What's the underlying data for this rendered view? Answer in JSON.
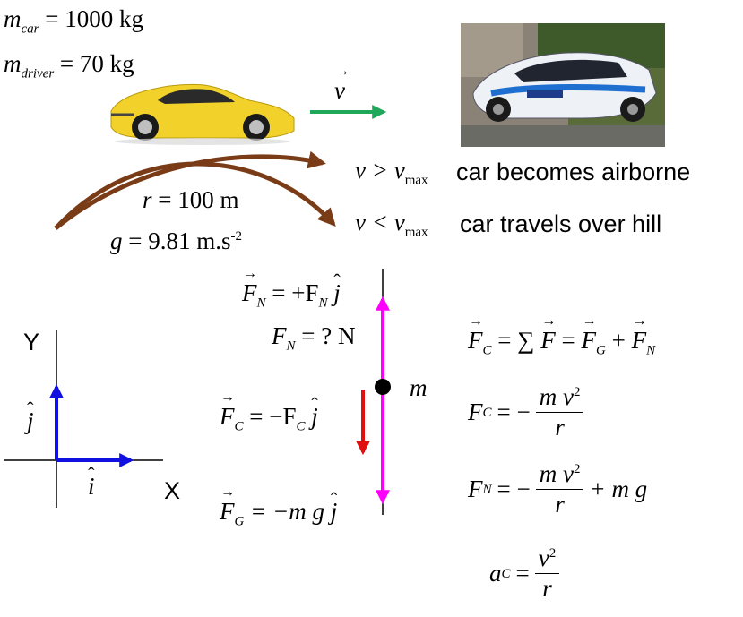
{
  "masses": {
    "car_symbol": "m",
    "car_sub": "car",
    "car_value": "= 1000 kg",
    "driver_symbol": "m",
    "driver_sub": "driver",
    "driver_value": "= 70 kg"
  },
  "velocity_label": "v",
  "conditions": {
    "airborne": {
      "lhs": "v > v",
      "sub": "max",
      "text": "car becomes airborne"
    },
    "travels": {
      "lhs": "v < v",
      "sub": "max",
      "text": "car travels over hill"
    }
  },
  "hill": {
    "radius_lhs": "r",
    "radius_rhs": "= 100 m",
    "g_lhs": "g",
    "g_rhs": "= 9.81 m.s",
    "g_exp": "-2"
  },
  "axes": {
    "y_label": "Y",
    "x_label": "X",
    "j_hat": "j",
    "i_hat": "i"
  },
  "forces": {
    "fn_vec": {
      "F": "F",
      "sub": "N",
      "eq": "= +F",
      "sub2": "N",
      "unit": "j"
    },
    "fn_mag": {
      "F": "F",
      "sub": "N",
      "eq": "= ? N"
    },
    "fc_vec": {
      "F": "F",
      "sub": "C",
      "eq": "= −F",
      "sub2": "C",
      "unit": "j"
    },
    "fg_vec": {
      "F": "F",
      "sub": "G",
      "eq": "= −m g",
      "unit": "j"
    },
    "mass": "m"
  },
  "equations": {
    "centripetal_sum": {
      "lhs": "F",
      "lhs_sub": "C",
      "mid": "= ∑",
      "F": "F",
      "eq2": "=",
      "fg": "F",
      "fg_sub": "G",
      "plus": "+",
      "fn": "F",
      "fn_sub": "N"
    },
    "fc_mag": {
      "lhs": "F",
      "lhs_sub": "C",
      "eq": "= −",
      "num": "m v",
      "exp": "2",
      "den": "r"
    },
    "fn_mag": {
      "lhs": "F",
      "lhs_sub": "N",
      "eq": "= −",
      "num": "m v",
      "exp": "2",
      "den": "r",
      "tail": "+ m g"
    },
    "ac": {
      "lhs": "a",
      "lhs_sub": "C",
      "eq": "=",
      "num": "v",
      "exp": "2",
      "den": "r"
    }
  },
  "colors": {
    "velocity_arrow": "#1fa85a",
    "trajectory": "#7a3b17",
    "axis_unit": "#1010e0",
    "normal_force": "#ff00ff",
    "centripetal_force": "#e01010",
    "car_body": "#f2d22a"
  },
  "images": {
    "car_icon": "yellow-sports-car",
    "rally_photo": "rally-car-jump-photo"
  }
}
